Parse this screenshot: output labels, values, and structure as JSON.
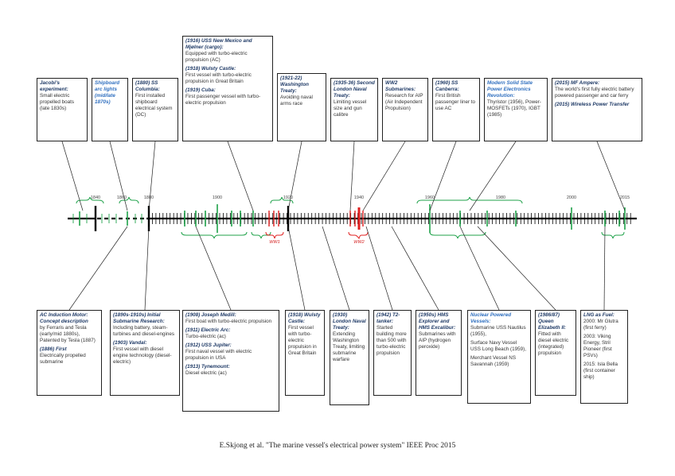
{
  "caption": "E.Skjong et al. \"The marine vessel's electrical power system\" IEEE Proc 2015",
  "axis": {
    "start_year": 1830,
    "end_year": 2016,
    "ticks": [
      "1840",
      "1860",
      "1880",
      "1900",
      "1920",
      "1940",
      "1960",
      "1980",
      "2000",
      "2015"
    ]
  },
  "war_labels": {
    "ww1": "WW1",
    "ww2": "WW2"
  },
  "colors": {
    "axis": "#000000",
    "green": "#1fa24a",
    "red": "#e02020",
    "blue": "#2f6fbf"
  },
  "top_boxes": [
    {
      "id": "jacobi",
      "title": "Jacobi's experiment:",
      "body": "Small electric propelled boats (late 1830s)"
    },
    {
      "id": "shipboard-lighting",
      "title": "Shipboard arc lights (mid/late 1870s)",
      "body": ""
    },
    {
      "id": "ss-columbia",
      "title": "(1880) SS Columbia:",
      "body": "First installed shipboard electrical system (DC)"
    },
    {
      "id": "uss-new-mexico",
      "sections": [
        {
          "title": "(1916) USS New Mexico and Mjølner (cargo):",
          "body": "Equipped with turbo-electric propulsion (AC)"
        },
        {
          "title": "(1918) Wulsty Castle:",
          "body": "First vessel with turbo-electric propulsion in Great Britain"
        },
        {
          "title": "(1919) Cuba:",
          "body": "First passenger vessel with turbo-electric propulsion"
        }
      ]
    },
    {
      "id": "washington-treaty",
      "title": "(1921-22) Washington Treaty:",
      "body": "Avoiding naval arms race"
    },
    {
      "id": "london-treaty-2",
      "title": "(1935-36) Second London Naval Treaty:",
      "body": "Limiting vessel size and gun calibre"
    },
    {
      "id": "ww2-subs",
      "title": "WW2 Submarines:",
      "body": "Research for AIP (Air Independent Propulsion)"
    },
    {
      "id": "ss-canberra",
      "title": "(1960) SS Canberra:",
      "body": "First British passenger liner to use AC"
    },
    {
      "id": "modern-electronics",
      "title": "Modern Solid State Power Electronics Revolution:",
      "body": "Thyristor (1956), Power-MOSFETs (1970), IGBT (1985)"
    },
    {
      "id": "mf-ampere",
      "sections": [
        {
          "title": "(2015) MF Ampere:",
          "body": "The world's first fully electric battery powered passenger and car ferry"
        },
        {
          "title": "(2015) Wireless Power Transfer",
          "body": ""
        }
      ]
    }
  ],
  "bottom_boxes": [
    {
      "id": "ac-induction",
      "sections": [
        {
          "title": "AC Induction Motor: Concept description",
          "body": "by Ferraris and Tesla (early/mid 1880s), Patented by Tesla (1887)"
        },
        {
          "title": "(1886) First",
          "body": "Electrically propelled submarine"
        }
      ]
    },
    {
      "id": "submarine-research",
      "sections": [
        {
          "title": "(1890s-1910s) Initial Submarine Research:",
          "body": "Including battery, steam-turbines and diesel-engines"
        },
        {
          "title": "(1903) Vandal:",
          "body": "First vessel with diesel engine technology (diesel-electric)"
        }
      ]
    },
    {
      "id": "joseph-medill",
      "sections": [
        {
          "title": "(1908) Joseph Medill:",
          "body": "First boat with turbo-electric propulsion"
        },
        {
          "title": "(1911) Electric Arc:",
          "body": "Turbo-electric (ac)"
        },
        {
          "title": "(1912) USS Jupiter:",
          "body": "First naval vessel with electric propulsion in USA"
        },
        {
          "title": "(1913) Tynemount:",
          "body": "Diesel electric (ac)"
        }
      ]
    },
    {
      "id": "wulsty-castle",
      "title": "(1918) Wulsty Castle:",
      "body": "First vessel with turbo-electric propulsion in Great Britain"
    },
    {
      "id": "london-treaty",
      "title": "(1930) London Naval Treaty:",
      "body": "Extending Washington Treaty, limiting submarine warfare"
    },
    {
      "id": "t2-tanker",
      "title": "(1942) T2-tanker:",
      "body": "Started building more than 500 with turbo-electric propulsion"
    },
    {
      "id": "hms-explorer",
      "title": "(1950s) HMS Explorer and HMS Excalibur:",
      "body": "Submarines with AIP (hydrogen peroxide)"
    },
    {
      "id": "nuclear",
      "sections": [
        {
          "title": "Nuclear Powered Vessels:",
          "body": "Submarine USS Nautilus (1955),"
        },
        {
          "title": "",
          "body": "Surface Navy Vessel USS Long Beach (1959),"
        },
        {
          "title": "",
          "body": "Merchant Vessel NS Savannah (1959)"
        }
      ]
    },
    {
      "id": "queen-elizabeth",
      "title": "(1986/87) Queen Elizabeth II:",
      "body": "Fitted with diesel electric (integrated) propulsion"
    },
    {
      "id": "lng-fuel",
      "sections": [
        {
          "title": "LNG as Fuel:",
          "body": "2000: Mr Glutra (first ferry)"
        },
        {
          "title": "",
          "body": "2003: Viking Energy, Stril Pioneer (first PSVs)"
        },
        {
          "title": "",
          "body": "2015: Isla Bella (first container ship)"
        }
      ]
    }
  ]
}
